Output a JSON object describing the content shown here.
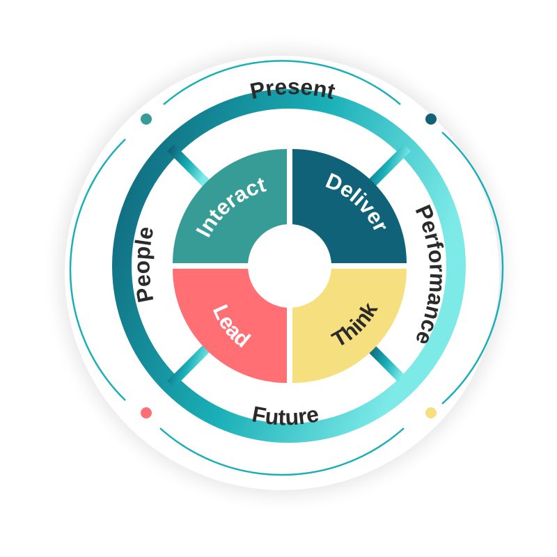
{
  "outer_ring": {
    "top": "Present",
    "right": "Performance",
    "bottom": "Future",
    "left": "People"
  },
  "quadrants": [
    {
      "label": "Interact",
      "color": "#379C96"
    },
    {
      "label": "Deliver",
      "color": "#0F6277"
    },
    {
      "label": "Think",
      "color": "#F5DF7E"
    },
    {
      "label": "Lead",
      "color": "#FF6F73"
    }
  ],
  "colors": {
    "ring_dark": "#0F6277",
    "ring_mid": "#1AAFB7",
    "ring_light": "#7DEAE8",
    "outline": "#1AAFB7",
    "dot_top_left": "#379C96",
    "dot_top_right": "#0F6277",
    "dot_bottom_left": "#FF6F73",
    "dot_bottom_right": "#F5DF7E"
  }
}
